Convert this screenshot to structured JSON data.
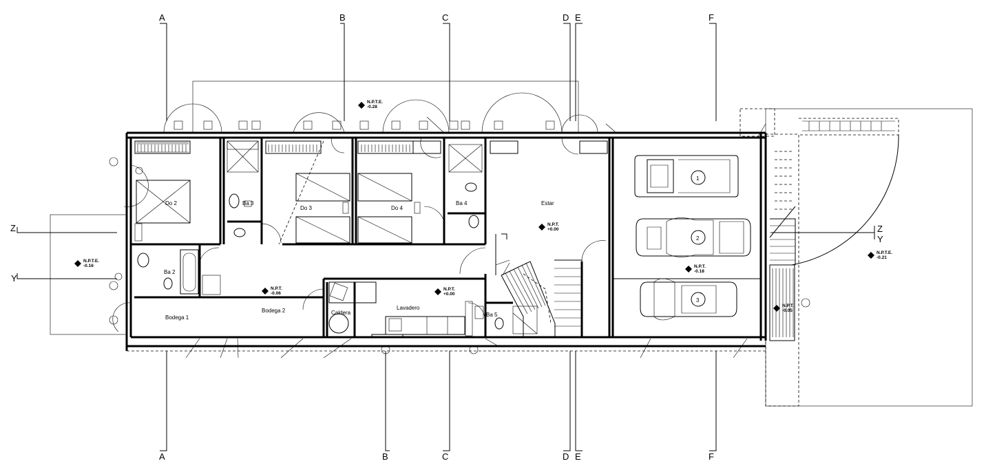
{
  "grid_axes": [
    "A",
    "B",
    "C",
    "D",
    "E",
    "F"
  ],
  "section_marks": [
    "Z",
    "Y"
  ],
  "rooms": {
    "do2": "Do 2",
    "do3": "Do 3",
    "do4": "Do 4",
    "ba2": "Ba 2",
    "ba3": "Ba 3",
    "ba4": "Ba 4",
    "ba5": "Ba 5",
    "estar": "Estar",
    "bodega1": "Bodega 1",
    "bodega2": "Bodega 2",
    "caldera": "Caldera",
    "lavadero": "Lavadero"
  },
  "levels": {
    "npt_label": "N.P.T.",
    "npte_label": "N.P.T.E.",
    "npte_top": "-0.28",
    "npte_left": "-0.16",
    "npte_right": "-0.21",
    "estar": "+0.00",
    "lavadero": "+0.00",
    "bodega2": "-0.06",
    "garage": "-0.18",
    "entry": "-0.05"
  },
  "car_numbers": [
    "1",
    "2",
    "3"
  ],
  "colors": {
    "ink": "#000000",
    "paper": "#ffffff"
  }
}
